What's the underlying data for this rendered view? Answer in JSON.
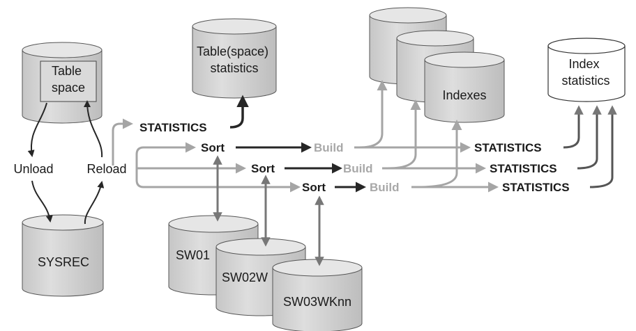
{
  "cylinders": {
    "table_space": "Table space",
    "table_space_stats": "Table(space) statistics",
    "indexes": "Indexes",
    "index_stats": "Index statistics",
    "sysrec": "SYSREC",
    "sw01": "SW01",
    "sw02": "SW02W",
    "sw03": "SW03WKnn"
  },
  "labels": {
    "unload": "Unload",
    "reload": "Reload",
    "statistics_top": "STATISTICS",
    "sort1": "Sort",
    "sort2": "Sort",
    "sort3": "Sort",
    "build1": "Build",
    "build2": "Build",
    "build3": "Build",
    "statistics1": "STATISTICS",
    "statistics2": "STATISTICS",
    "statistics3": "STATISTICS"
  },
  "colors": {
    "cylinder_fill": "#d4d4d4",
    "cylinder_top": "#e8e8e8",
    "dark_arrow": "#262626",
    "grey_arrow": "#a5a5a5",
    "mid_arrow": "#777777"
  }
}
